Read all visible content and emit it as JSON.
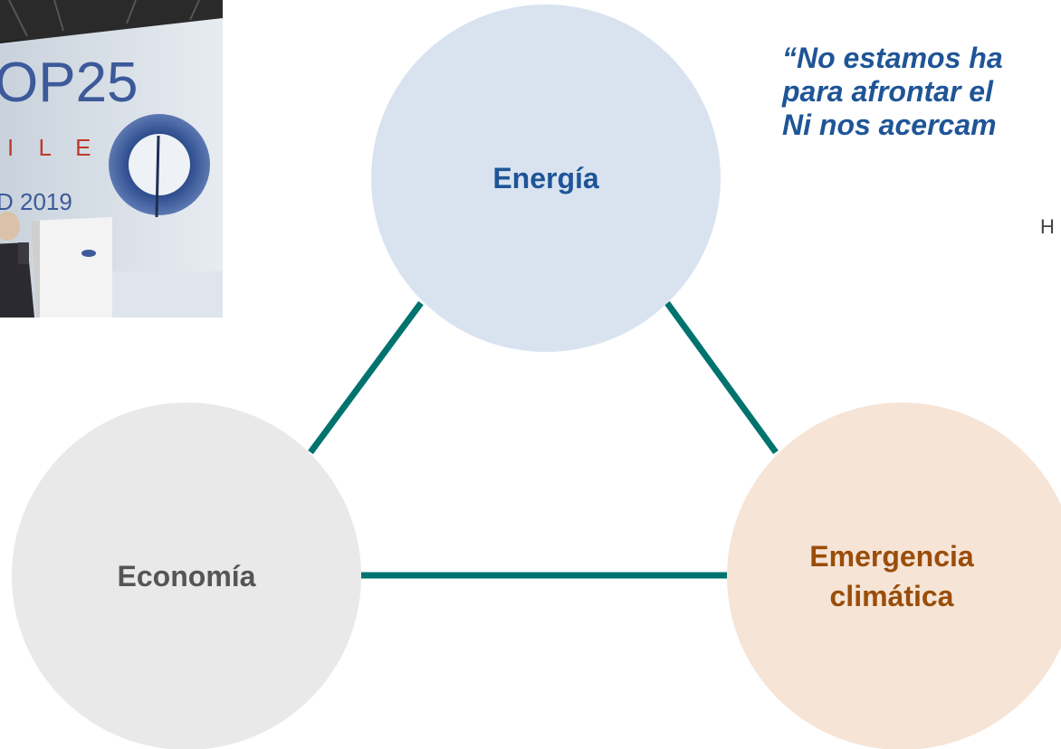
{
  "photo": {
    "description_icon": "conference-photo-icon",
    "stage_text_main": "OP25",
    "stage_text_country": "I L E",
    "stage_text_date": "D 2019"
  },
  "diagram": {
    "nodes": {
      "energia": {
        "label": "Energía",
        "color": "#d9e3f0",
        "text_color": "#1f5597"
      },
      "economia": {
        "label": "Economía",
        "color": "#e9e9e9",
        "text_color": "#555555"
      },
      "emergencia": {
        "line1": "Emergencia",
        "line2": "climática",
        "color": "#f6e4d6",
        "text_color": "#9a4d0a"
      }
    },
    "connector_color": "#00736e"
  },
  "quote": {
    "line1": "“No estamos ha",
    "line2": "para afrontar el",
    "line3": "Ni nos acercam",
    "author": "H"
  }
}
